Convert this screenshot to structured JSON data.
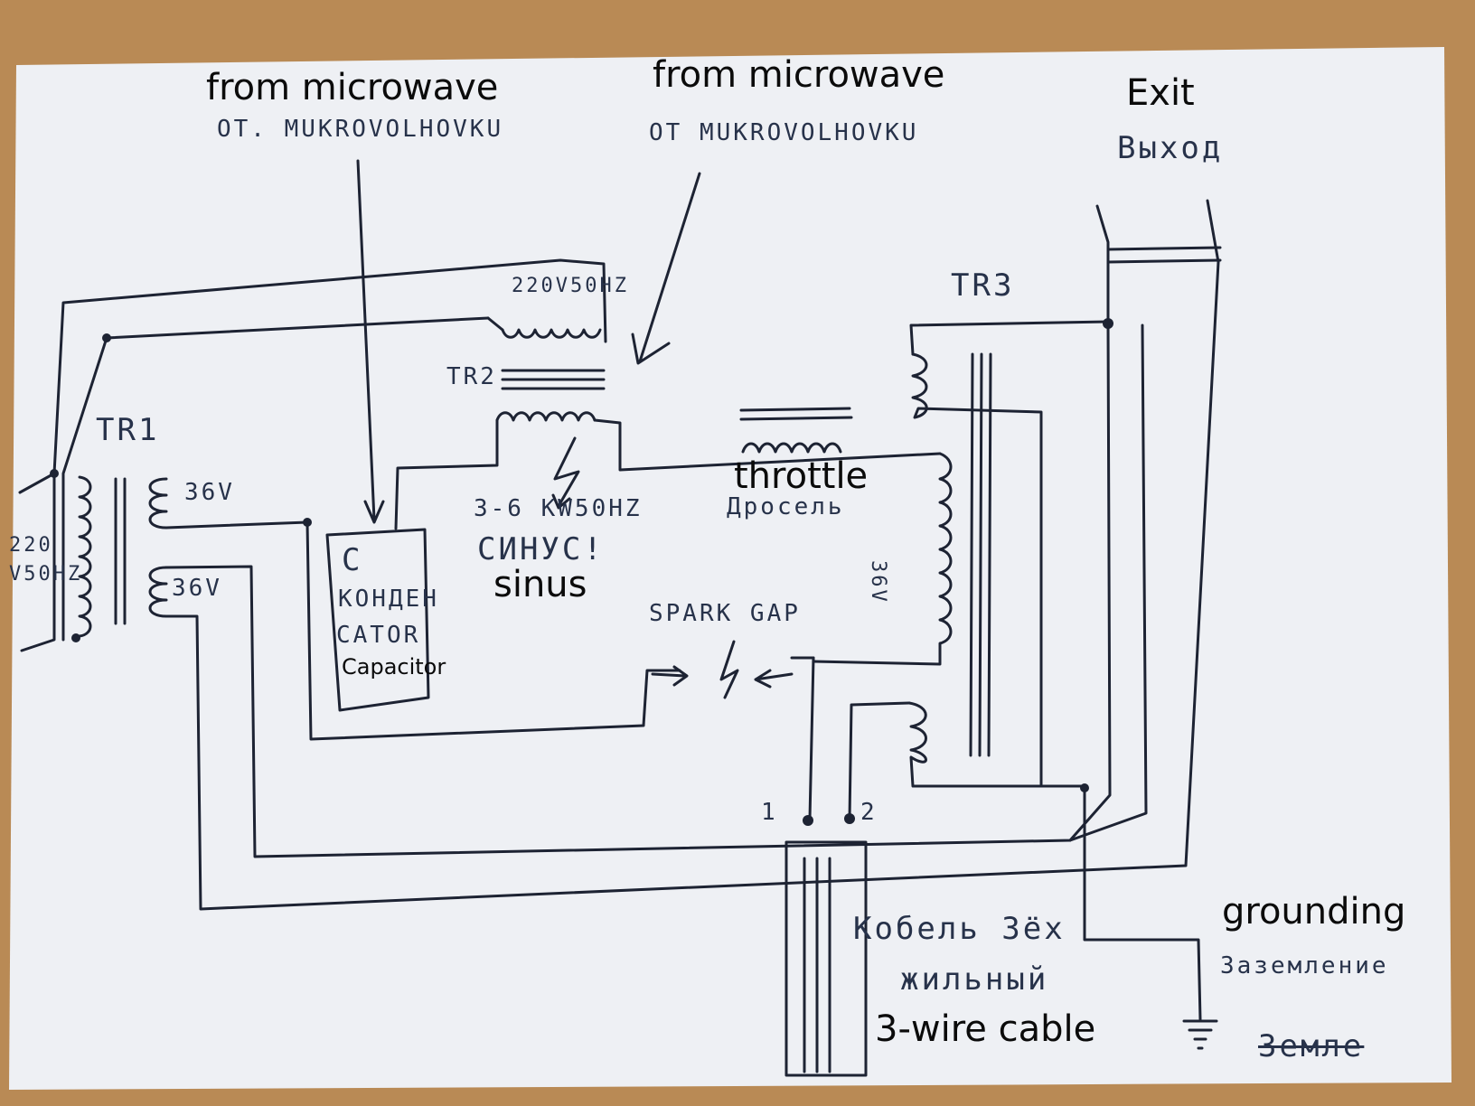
{
  "colors": {
    "desk": "#b98a55",
    "paper": "#eef0f4",
    "ink": "#1d2333",
    "typed_text": "#0b0b0b"
  },
  "labels": {
    "from_mw_left_en": "from microwave",
    "from_mw_left_ru": "OT. MUKROVOLHOVKU",
    "from_mw_right_en": "from microwave",
    "from_mw_right_ru": "OT MUKROVOLHOVKU",
    "exit_en": "Exit",
    "exit_ru": "Выход",
    "tr1": "TR1",
    "tr2": "TR2",
    "tr3": "TR3",
    "tr2_primary": "220V50HZ",
    "tr1_input": "220 V50HZ",
    "tr1_sec_top": "36V",
    "tr1_sec_bottom": "36V",
    "capacitor_c": "C",
    "capacitor_ru_1": "КОНДЕН",
    "capacitor_ru_2": "CATOR",
    "capacitor_en": "Capacitor",
    "power": "3-6 KW50HZ",
    "sinus_ru": "СИНУС!",
    "sinus_en": "sinus",
    "throttle_en": "throttle",
    "throttle_ru": "Дросель",
    "throttle_voltage": "36V",
    "spark_gap": "SPARK GAP",
    "terminal_1": "1",
    "terminal_2": "2",
    "cable_ru_1": "Кобель 3ёх",
    "cable_ru_2": "жильный",
    "cable_en": "3-wire cable",
    "grounding_en": "grounding",
    "grounding_ru": "Заземление",
    "ground_ru": "Земле"
  }
}
